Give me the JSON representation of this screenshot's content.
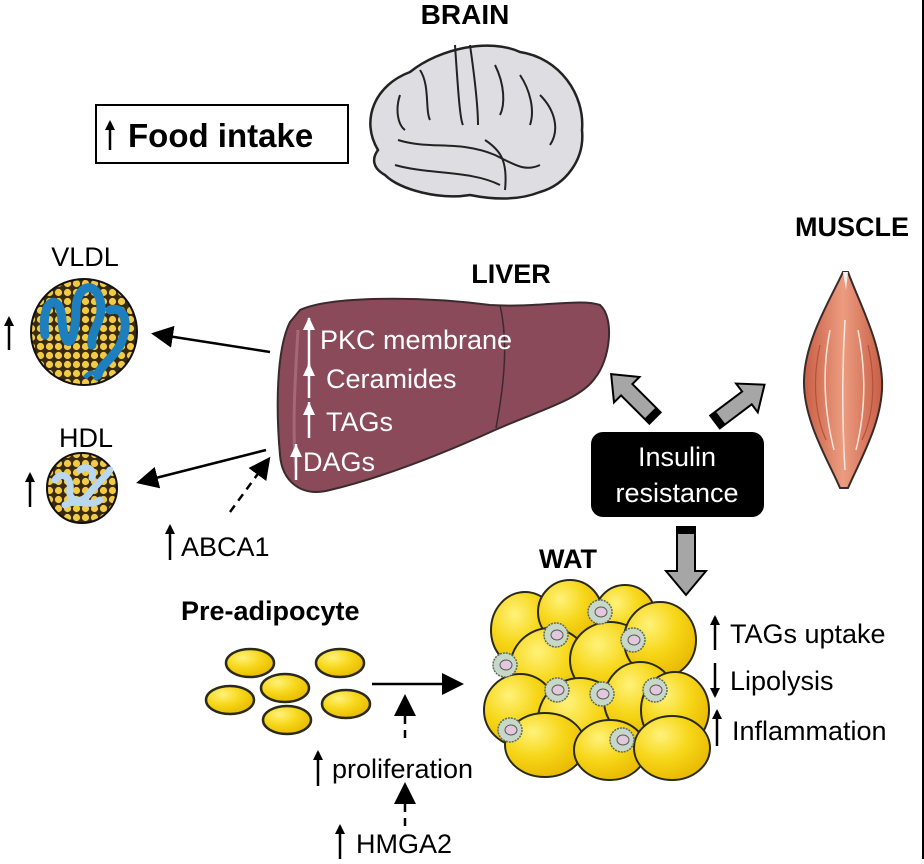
{
  "organs": {
    "brain": {
      "label": "BRAIN"
    },
    "liver": {
      "label": "LIVER"
    },
    "muscle": {
      "label": "MUSCLE"
    },
    "wat": {
      "label": "WAT"
    },
    "pre_adipocyte": {
      "label": "Pre-adipocyte"
    }
  },
  "brain_effect": {
    "direction": "up",
    "label": "Food intake"
  },
  "lipoproteins": [
    {
      "label": "VLDL",
      "direction": "up"
    },
    {
      "label": "HDL",
      "direction": "up"
    }
  ],
  "liver_markers": [
    {
      "label": "PKC membrane",
      "direction": "up"
    },
    {
      "label": "Ceramides",
      "direction": "up"
    },
    {
      "label": "TAGs",
      "direction": "up"
    },
    {
      "label": "DAGs",
      "direction": "up"
    }
  ],
  "abca1": {
    "label": "ABCA1",
    "direction": "up"
  },
  "insulin_resistance": {
    "line1": "Insulin",
    "line2": "resistance"
  },
  "wat_effects": [
    {
      "label": "TAGs uptake",
      "direction": "up"
    },
    {
      "label": "Lipolysis",
      "direction": "down"
    },
    {
      "label": "Inflammation",
      "direction": "up"
    }
  ],
  "proliferation": {
    "label": "proliferation",
    "direction": "up"
  },
  "hmga2": {
    "label": "HMGA2",
    "direction": "up"
  },
  "colors": {
    "liver": "#8a4a5a",
    "liver_outline": "#3a2a2e",
    "brain": "#dedee2",
    "muscle": "#e3876a",
    "fat_cell": "#f7d71a",
    "fat_outline": "#2a2a1a",
    "vldl_protein": "#1e7fbf",
    "hdl_protein": "#b9d7ee",
    "insulin_box": "#000000",
    "grey_arrow": "#a6a6a6",
    "macrophage": "#c8d8c8"
  }
}
